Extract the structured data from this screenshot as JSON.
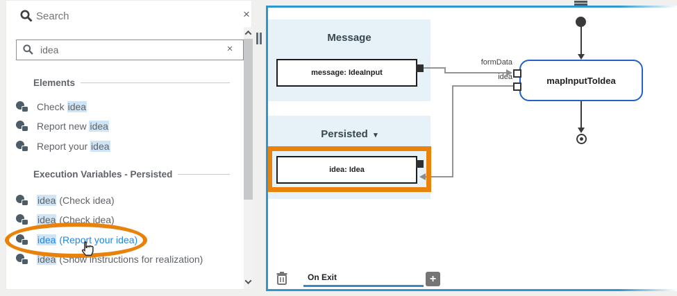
{
  "colors": {
    "accent_blue": "#2e96d3",
    "node_blue": "#2361c6",
    "link_blue": "#1e88e5",
    "highlight_bg": "#cfe4f5",
    "annotation_orange": "#e8820b",
    "group_bg": "#e7f1f8",
    "underline_blue": "#3489cd"
  },
  "search_panel": {
    "header": {
      "title": "Search",
      "close": "×"
    },
    "input": {
      "value": "idea",
      "clear": "×"
    },
    "sections": [
      {
        "title": "Elements",
        "items": [
          {
            "pre": "Check ",
            "match": "idea",
            "post": ""
          },
          {
            "pre": "Report new ",
            "match": "idea",
            "post": ""
          },
          {
            "pre": "Report your ",
            "match": "idea",
            "post": ""
          }
        ]
      },
      {
        "title": "Execution Variables - Persisted",
        "items": [
          {
            "pre": "",
            "match": "idea",
            "post": " (Check idea)"
          },
          {
            "pre": "",
            "match": "idea",
            "post": " (Check idea)"
          },
          {
            "pre": "",
            "match": "idea",
            "post": " (Report your idea)"
          },
          {
            "pre": "",
            "match": "idea",
            "post": " (Show instructions for realization)"
          }
        ]
      }
    ]
  },
  "diagram": {
    "groups": {
      "message": {
        "title": "Message",
        "box": "message: IdeaInput"
      },
      "persisted": {
        "title": "Persisted",
        "caret": "▾",
        "box": "idea: Idea"
      }
    },
    "node": {
      "label": "mapInputToIdea"
    },
    "port_labels": {
      "top": "formData",
      "bottom": "idea"
    },
    "footer": {
      "tab": "On Exit",
      "add": "+"
    }
  }
}
